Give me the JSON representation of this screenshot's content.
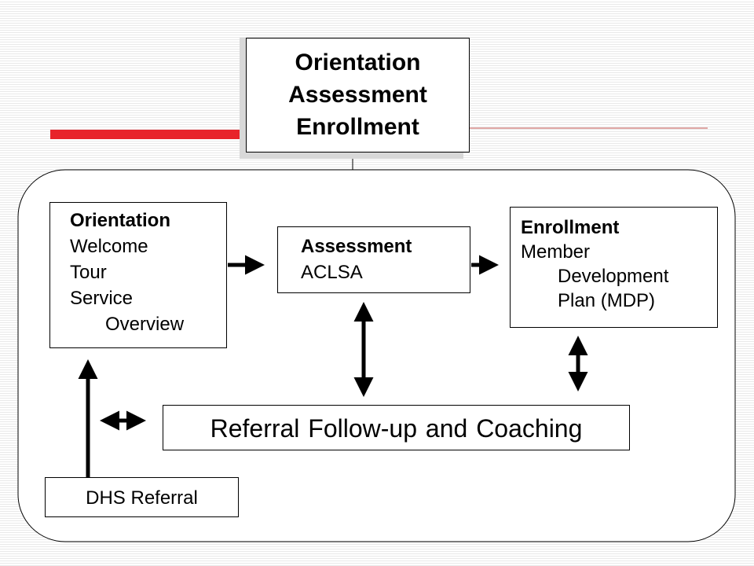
{
  "title_box": {
    "lines": [
      "Orientation",
      "Assessment",
      "Enrollment"
    ]
  },
  "orientation_box": {
    "heading": "Orientation",
    "items": [
      "Welcome",
      "Tour",
      "Service",
      "Overview"
    ]
  },
  "assessment_box": {
    "heading": "Assessment",
    "items": [
      "ACLSA"
    ]
  },
  "enrollment_box": {
    "heading": "Enrollment",
    "items": [
      "Member",
      "Development",
      "Plan (MDP)"
    ]
  },
  "referral_box": {
    "label": "Referral Follow-up and Coaching"
  },
  "dhs_box": {
    "label": "DHS Referral"
  },
  "colors": {
    "accent_red": "#e8232a",
    "thin_red_line": "#c0504d",
    "stripe_gray": "#e9e9e9"
  }
}
